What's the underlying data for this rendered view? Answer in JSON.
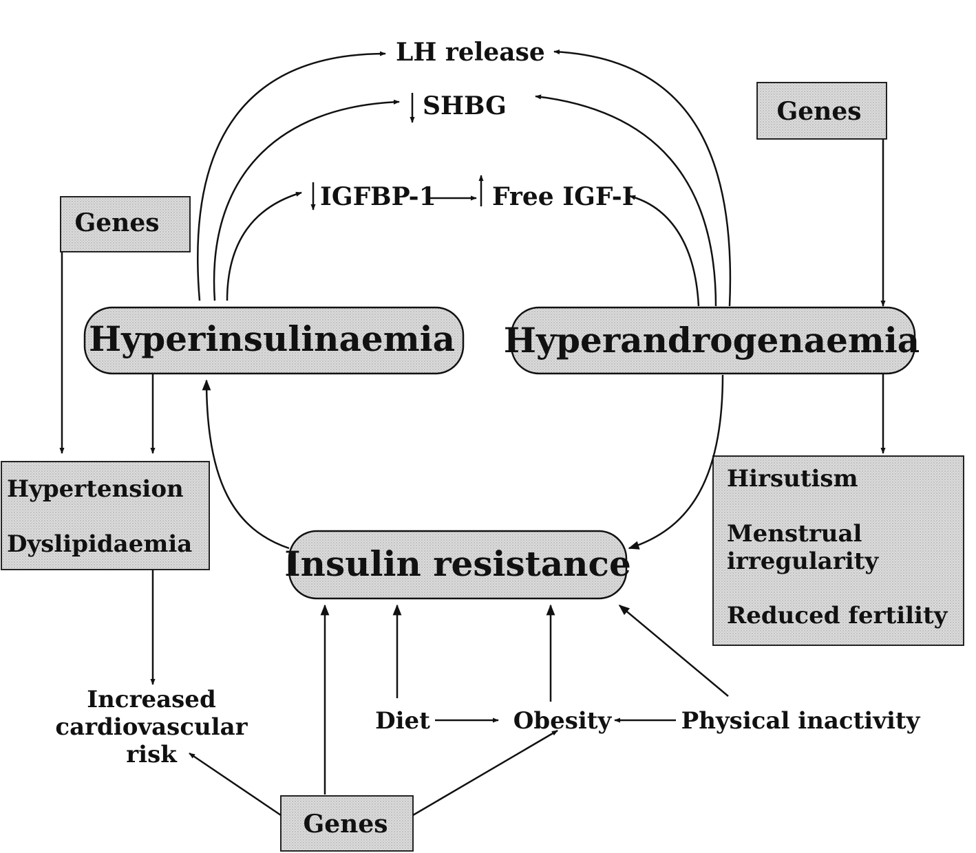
{
  "colors": {
    "box_fill": "#d6d6d6",
    "oval_fill": "#dcdcdc",
    "ink": "#111111",
    "background": "#ffffff"
  },
  "nodes": {
    "hyperinsulinaemia": "Hyperinsulinaemia",
    "hyperandrogenaemia": "Hyperandrogenaemia",
    "insulin_resistance": "Insulin resistance",
    "lh_release": "LH release",
    "shbg": "SHBG",
    "igfbp1": "IGFBP-1",
    "free_igf1": "Free IGF-I",
    "genes_left": "Genes",
    "genes_right": "Genes",
    "genes_bottom": "Genes",
    "hypertension": "Hypertension",
    "dyslipidaemia": "Dyslipidaemia",
    "cv_risk_line1": "Increased",
    "cv_risk_line2": "cardiovascular",
    "cv_risk_line3": "risk",
    "hirsutism": "Hirsutism",
    "menstrual_line1": "Menstrual",
    "menstrual_line2": "irregularity",
    "reduced_fertility": "Reduced fertility",
    "diet": "Diet",
    "obesity": "Obesity",
    "physical_inactivity": "Physical inactivity"
  }
}
